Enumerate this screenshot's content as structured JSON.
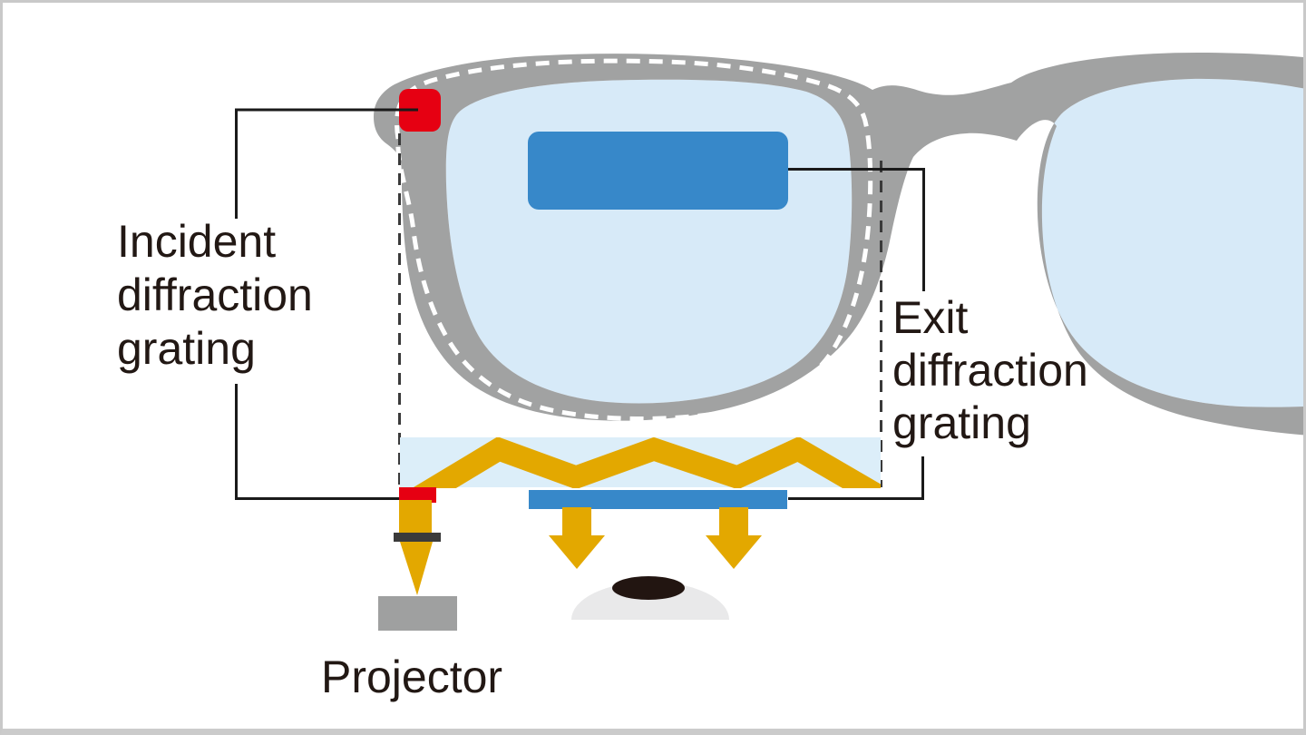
{
  "labels": {
    "incident_grating": {
      "lines": [
        "Incident",
        "diffraction",
        "grating"
      ]
    },
    "exit_grating": {
      "lines": [
        "Exit",
        "diffraction",
        "grating"
      ]
    },
    "projector": "Projector"
  },
  "colors": {
    "frame_gray": "#A1A2A2",
    "lens_blue": "#D7EAF8",
    "waveguide_blue": "#DCEEF9",
    "grating_blue": "#3788C9",
    "marker_red": "#E60012",
    "light_gold": "#E3A800",
    "projector_gray": "#9FA0A0",
    "collimator_dark": "#3B3B3B",
    "eye_gray": "#E9E9EA",
    "pupil_black": "#221511",
    "line_black": "#1A1A1A",
    "guide_dash_black": "#3A3A3A",
    "outline_dash_white": "#FFFFFF",
    "text_black": "#221814",
    "page_border": "#C9C9C9"
  }
}
